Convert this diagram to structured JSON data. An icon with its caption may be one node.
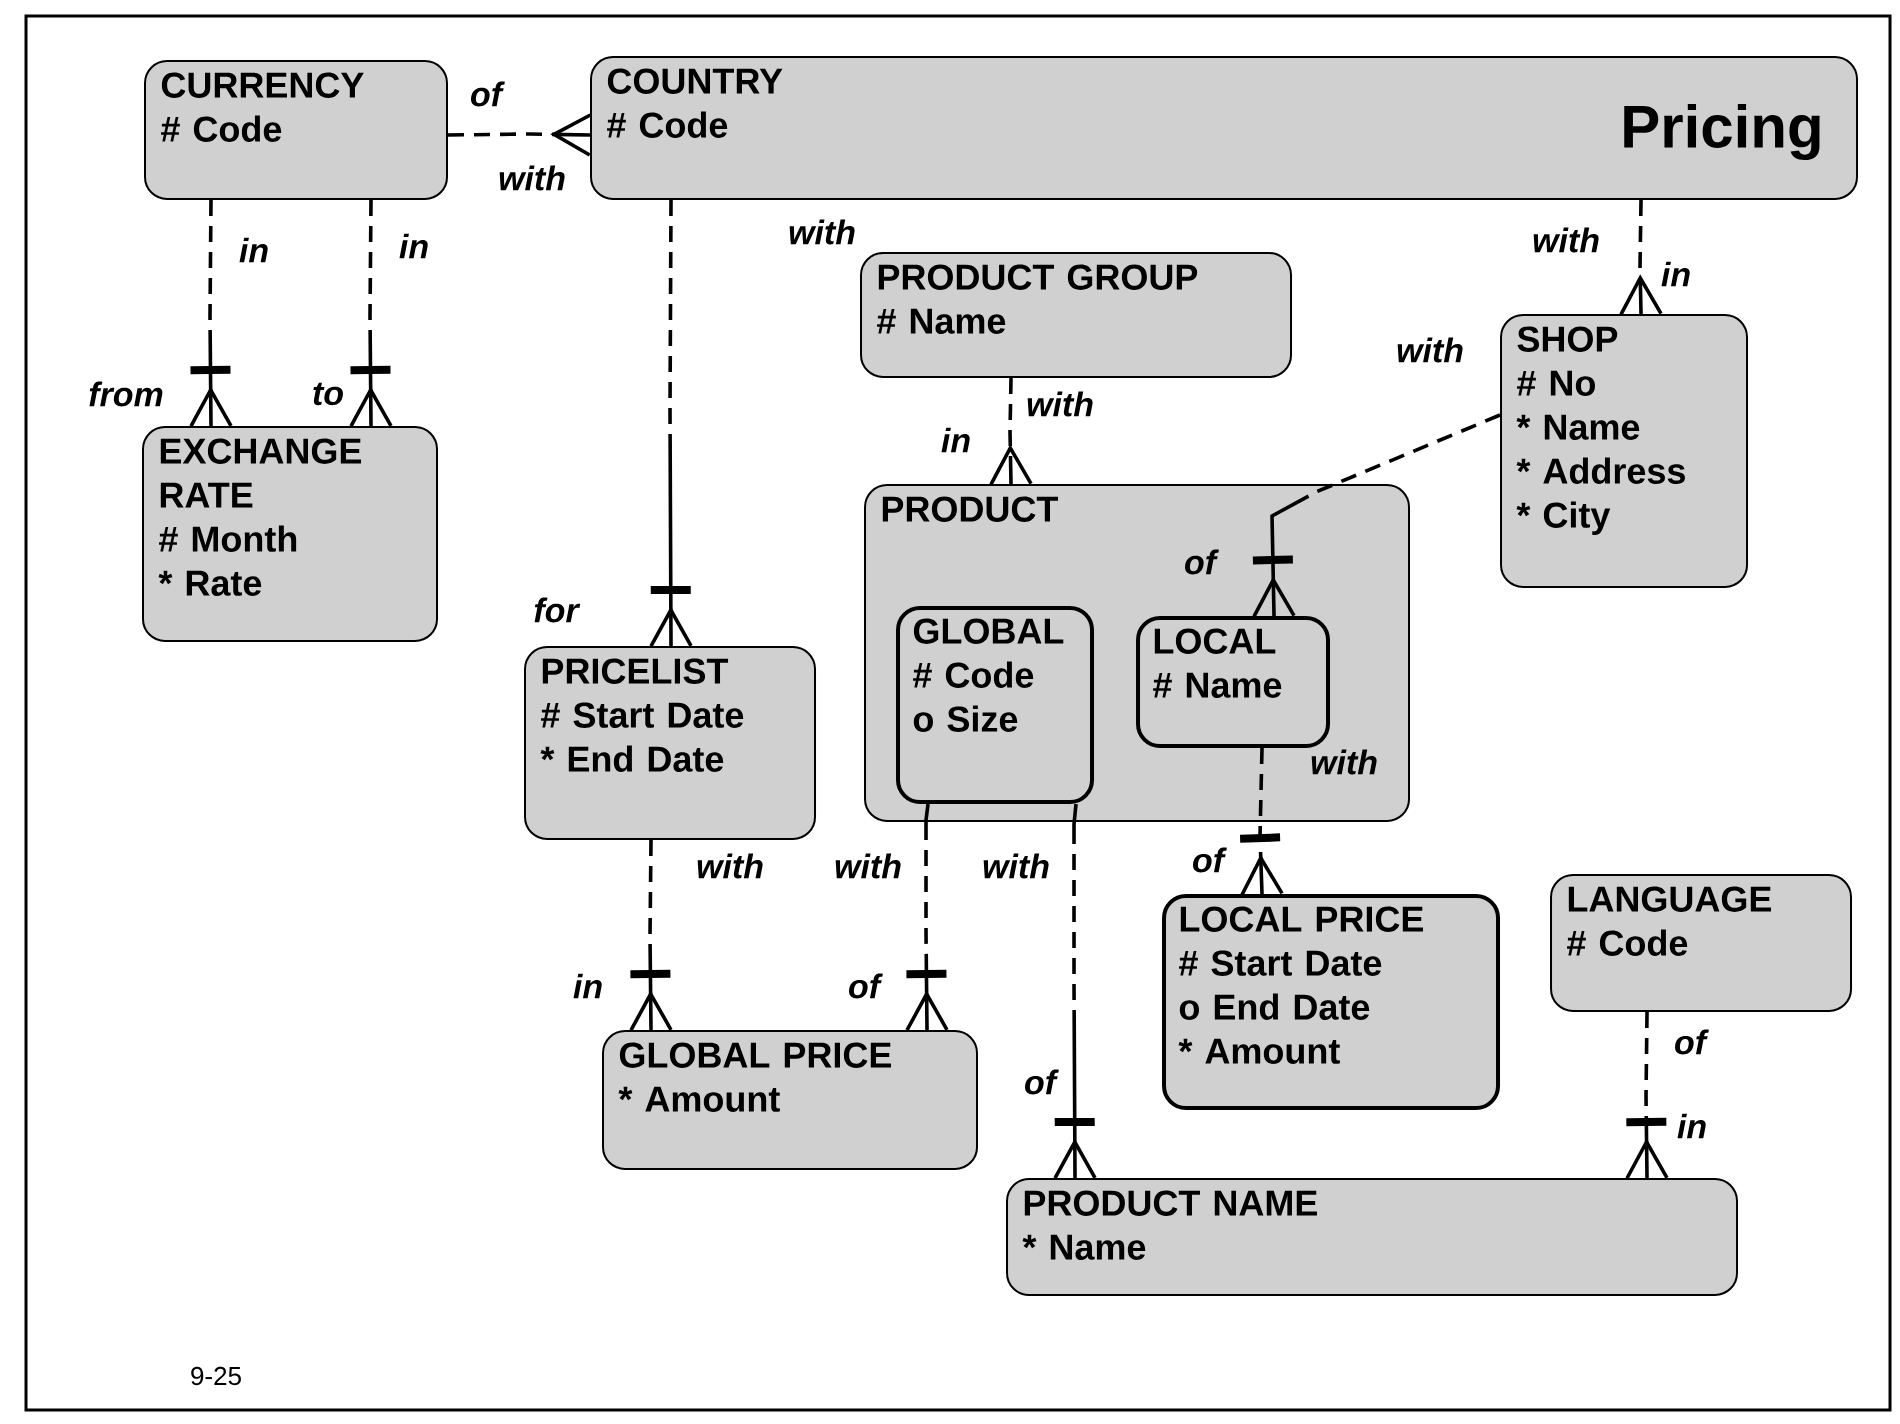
{
  "diagram": {
    "title": "Pricing",
    "nodes": [
      {
        "text": [
          "CURRENCY",
          "# Code"
        ]
      },
      {
        "text": [
          "COUNTRY",
          "# Code"
        ]
      },
      {
        "text": [
          "PRODUCT GROUP",
          "# Name"
        ]
      },
      {
        "text": [
          "SHOP",
          "# No",
          "* Name",
          "* Address",
          "* City"
        ]
      },
      {
        "text": [
          "EXCHANGE RATE",
          "# Month",
          "* Rate"
        ]
      },
      {
        "text": [
          "PRICELIST",
          "# Start Date",
          "* End Date"
        ]
      },
      {
        "text": [
          "PRODUCT"
        ]
      },
      {
        "text": [
          "GLOBAL",
          "# Code",
          "o Size"
        ],
        "in": 6
      },
      {
        "text": [
          "LOCAL",
          "# Name"
        ],
        "in": 6
      },
      {
        "text": [
          "LOCAL PRICE",
          "# Start Date",
          "o End Date",
          "* Amount"
        ]
      },
      {
        "text": [
          "LANGUAGE",
          "# Code"
        ]
      },
      {
        "text": [
          "GLOBAL PRICE",
          "* Amount"
        ]
      },
      {
        "text": [
          "PRODUCT NAME",
          "* Name"
        ]
      }
    ],
    "edges": [
      {
        "from": 0,
        "to": 1,
        "arrow": "other",
        "style": "dashed"
      },
      {
        "from": 0,
        "to": 4,
        "arrow": "other",
        "style": "dashed"
      },
      {
        "from": 0,
        "to": 4,
        "arrow": "other",
        "style": "dashed"
      },
      {
        "from": 1,
        "to": 5,
        "arrow": "other",
        "style": "dashed"
      },
      {
        "from": 2,
        "to": 6,
        "arrow": "other",
        "style": "dashed"
      },
      {
        "from": 1,
        "to": 3,
        "arrow": "other",
        "style": "dashed"
      },
      {
        "from": 3,
        "to": 8,
        "arrow": "other",
        "style": "dashed"
      },
      {
        "from": 5,
        "to": 11,
        "arrow": "other",
        "style": "dashed"
      },
      {
        "from": 7,
        "to": 11,
        "arrow": "other",
        "style": "dashed"
      },
      {
        "from": 7,
        "to": 12,
        "arrow": "other",
        "style": "dashed"
      },
      {
        "from": 8,
        "to": 9,
        "arrow": "other",
        "style": "dashed"
      },
      {
        "from": 10,
        "to": 12,
        "arrow": "other",
        "style": "dashed"
      }
    ],
    "labels": [
      "of",
      "with",
      "with",
      "in",
      "in",
      "with",
      "in",
      "with",
      "from",
      "to",
      "with",
      "in",
      "of",
      "for",
      "with",
      "with",
      "with",
      "with",
      "of",
      "of",
      "in",
      "of",
      "of",
      "in",
      "9-25"
    ]
  }
}
